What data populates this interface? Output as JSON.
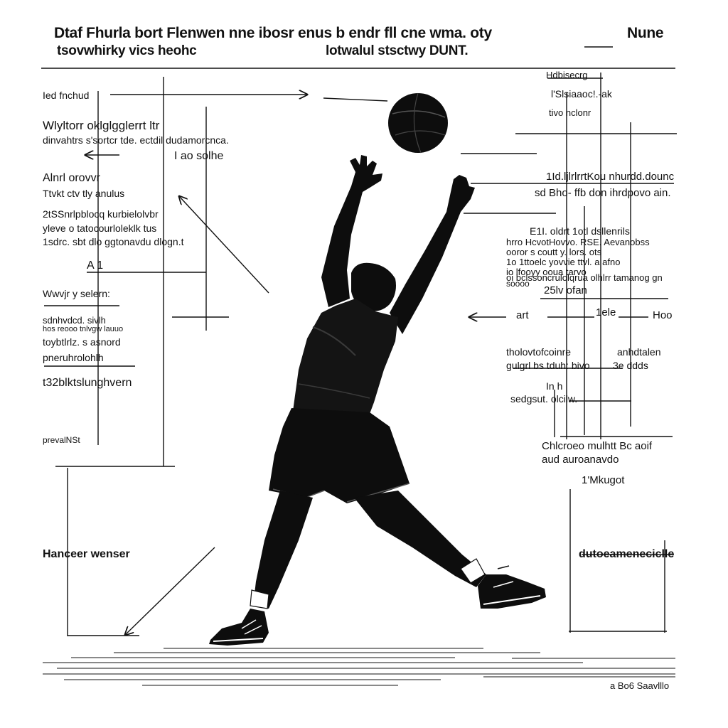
{
  "header": {
    "title_line1": "Dtaf Fhurla bort Flenwen nne ibosr enus b endr fll cne wma. oty",
    "title_line2": "tsovwhirky vics heohc",
    "title_line2b": "lotwalul stsctwy DUNT.",
    "top_right": "Nune"
  },
  "left_labels": [
    "Ied fnchud",
    "Wlyltorr oklglgglerrt ltr",
    "dinvahtrs s'sortcr tde. ectdil dudamorcnca.",
    "I ao solhe",
    "Alnrl orovvr",
    "Ttvkt ctv   tly anulus",
    "2tSSnrlpblocq kurbielolvbr",
    "yleve o tatocourloleklk tus",
    "1sdrc. sbt dlo ggtonavdu dlogn.t",
    "A 1",
    "Wwvjr y selern:",
    "sdnhvdcd. sivlh",
    "hos reooo tnlvgw lauuo",
    "toybtlrlz. s asnord",
    "pneruhrolohlh",
    "t32blktslunghvern",
    "prevalNSt",
    "Hanceer wenser"
  ],
  "right_labels": [
    "Hdbisecrg",
    "l'Slsiaaoc!.-ak",
    "tivo nclonr",
    "1Id.ljlrlrrtKou nhurdd.dounc",
    "sd Bho- ffb don ihrdpovo ain.",
    "E1I. oldrt 1otl dsllenrils",
    "hrro HcvotHovvo. RSE. Aevanobss",
    "ooror s coutt y. lors. ots",
    "1o 1ttoelc yovvie ttvl. a afno",
    "io lfooyy ooua tarvo",
    "oi bclssoncrulolqrua olhlrr tamanog gn",
    "soooo",
    "25lv ofan",
    "art",
    "1ele",
    "Hoo",
    "tholovtofcoinre",
    "anhdtalen",
    "gulgrl bs tduh: bivo",
    "3e ddds",
    "In h",
    "sedgsut. olcilw.",
    "Chlcroeo mulhtt Bc aoif",
    "aud auroanavdo",
    "1'Mkugot",
    "dutoeameneciclle"
  ],
  "footer": {
    "signature": "a Bo6 Saavlllo"
  },
  "figure": {
    "subject": "basketball-player-silhouette",
    "ball": "basketball"
  }
}
